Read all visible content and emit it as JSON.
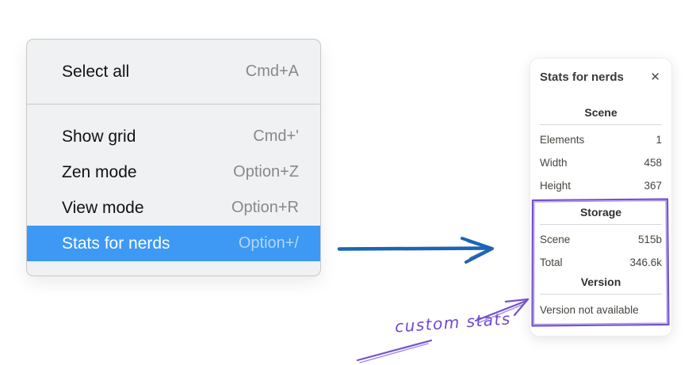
{
  "context_menu": {
    "items": [
      {
        "label": "Select all",
        "shortcut": "Cmd+A",
        "highlighted": false
      },
      {
        "label": "Show grid",
        "shortcut": "Cmd+'",
        "highlighted": false
      },
      {
        "label": "Zen mode",
        "shortcut": "Option+Z",
        "highlighted": false
      },
      {
        "label": "View mode",
        "shortcut": "Option+R",
        "highlighted": false
      },
      {
        "label": "Stats for nerds",
        "shortcut": "Option+/",
        "highlighted": true
      }
    ]
  },
  "stats_panel": {
    "title": "Stats for nerds",
    "close_icon": "✕",
    "scene": {
      "heading": "Scene",
      "rows": [
        {
          "label": "Elements",
          "value": "1"
        },
        {
          "label": "Width",
          "value": "458"
        },
        {
          "label": "Height",
          "value": "367"
        }
      ]
    },
    "storage": {
      "heading": "Storage",
      "rows": [
        {
          "label": "Scene",
          "value": "515b"
        },
        {
          "label": "Total",
          "value": "346.6k"
        }
      ]
    },
    "version": {
      "heading": "Version",
      "message": "Version not available"
    }
  },
  "annotation": {
    "label": "custom stats"
  },
  "colors": {
    "menu_highlight": "#3d99f4",
    "arrow_blue": "#1d64b5",
    "annotation_purple": "#7451d1"
  }
}
